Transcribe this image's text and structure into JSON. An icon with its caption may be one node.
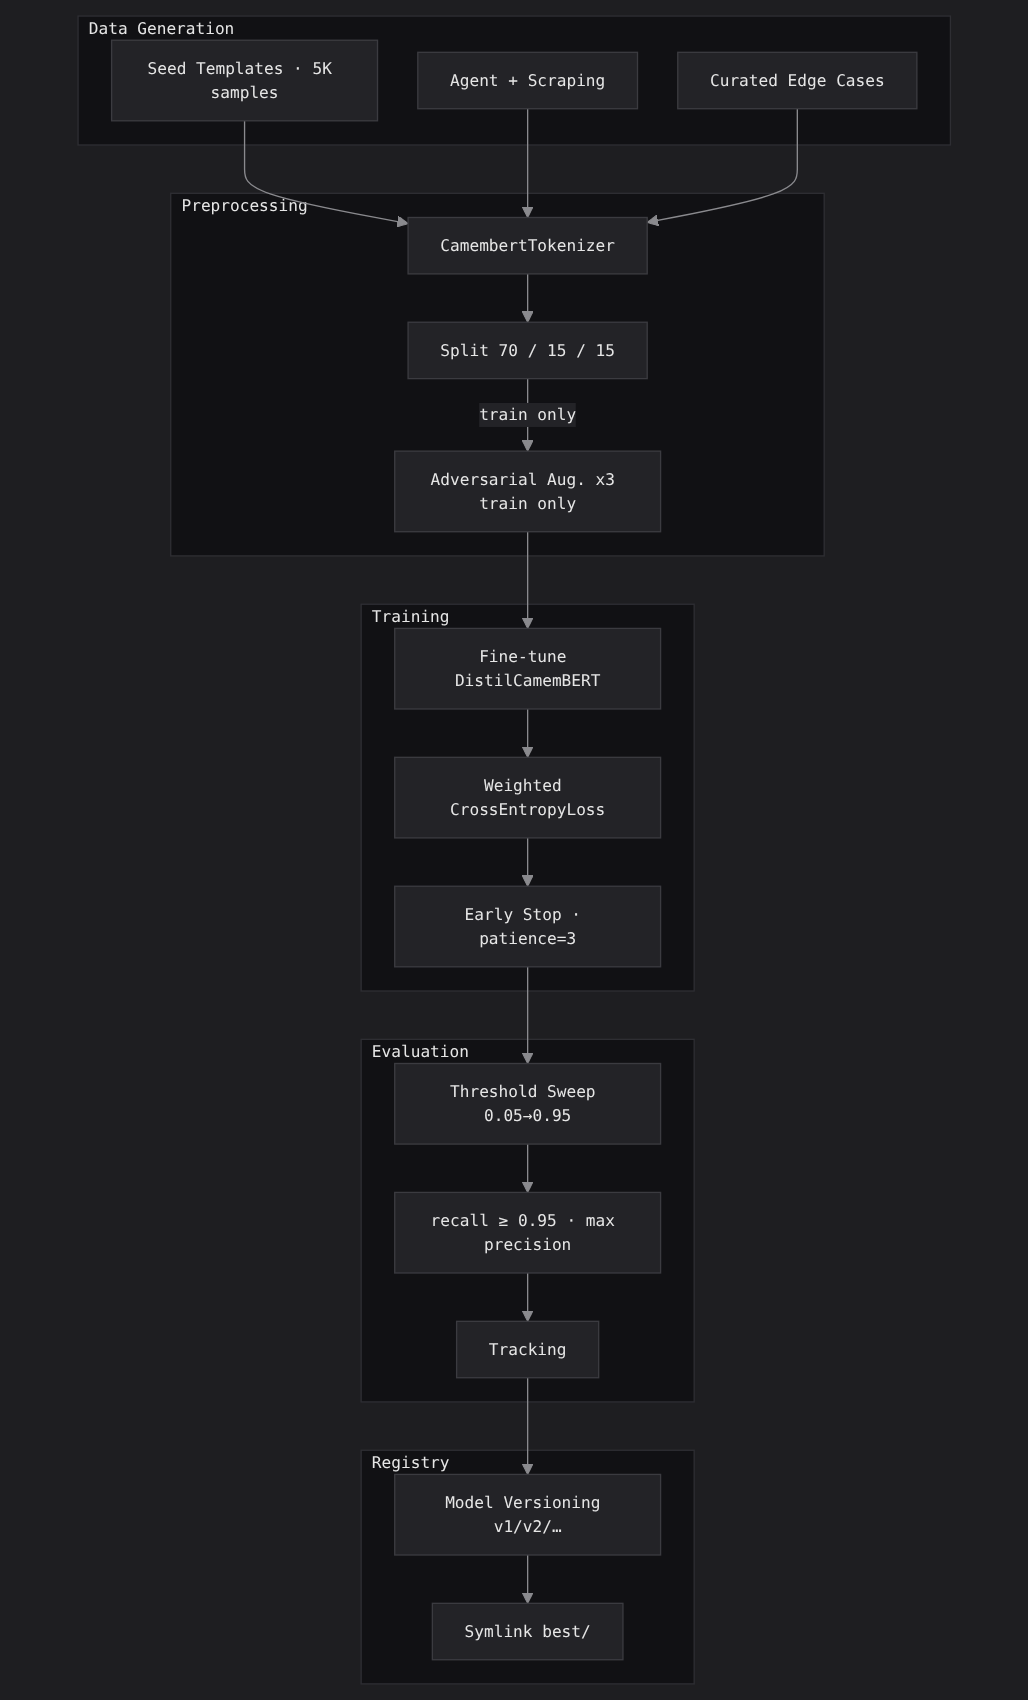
{
  "diagram": {
    "nodes": [
      {
        "text": [
          "Data Generation"
        ]
      },
      {
        "text": [
          "Seed Templates · 5K samples"
        ],
        "in": 0
      },
      {
        "text": [
          "Agent + Scraping"
        ],
        "in": 0
      },
      {
        "text": [
          "Curated Edge Cases"
        ],
        "in": 0
      },
      {
        "text": [
          "Preprocessing"
        ]
      },
      {
        "text": [
          "CamembertTokenizer"
        ],
        "in": 4
      },
      {
        "text": [
          "Split 70 / 15 / 15"
        ],
        "in": 4
      },
      {
        "text": [
          "Adversarial Aug. x3 train only"
        ],
        "in": 4
      },
      {
        "text": [
          "Training"
        ]
      },
      {
        "text": [
          "Fine-tune DistilCamemBERT"
        ],
        "in": 8
      },
      {
        "text": [
          "Weighted CrossEntropyLoss"
        ],
        "in": 8
      },
      {
        "text": [
          "Early Stop · patience=3"
        ],
        "in": 8
      },
      {
        "text": [
          "Evaluation"
        ]
      },
      {
        "text": [
          "Threshold Sweep 0.05→0.95"
        ],
        "in": 12
      },
      {
        "text": [
          "recall ≥ 0.95 · max precision"
        ],
        "in": 12
      },
      {
        "text": [
          "Tracking"
        ],
        "in": 12
      },
      {
        "text": [
          "Registry"
        ]
      },
      {
        "text": [
          "Model Versioning v1/v2/…"
        ],
        "in": 16
      },
      {
        "text": [
          "Symlink best/"
        ],
        "in": 16
      }
    ],
    "edges": [
      {
        "from": 1,
        "to": 5,
        "arrow": "to"
      },
      {
        "from": 2,
        "to": 5,
        "arrow": "to"
      },
      {
        "from": 3,
        "to": 5,
        "arrow": "to"
      },
      {
        "from": 5,
        "to": 6,
        "arrow": "to"
      },
      {
        "from": 6,
        "to": 7,
        "arrow": "to",
        "label": "train only"
      },
      {
        "from": 7,
        "to": 9,
        "arrow": "to"
      },
      {
        "from": 9,
        "to": 10,
        "arrow": "to"
      },
      {
        "from": 10,
        "to": 11,
        "arrow": "to"
      },
      {
        "from": 11,
        "to": 13,
        "arrow": "to"
      },
      {
        "from": 13,
        "to": 14,
        "arrow": "to"
      },
      {
        "from": 14,
        "to": 15,
        "arrow": "to"
      },
      {
        "from": 15,
        "to": 17,
        "arrow": "to"
      },
      {
        "from": 17,
        "to": 18,
        "arrow": "to"
      }
    ]
  }
}
